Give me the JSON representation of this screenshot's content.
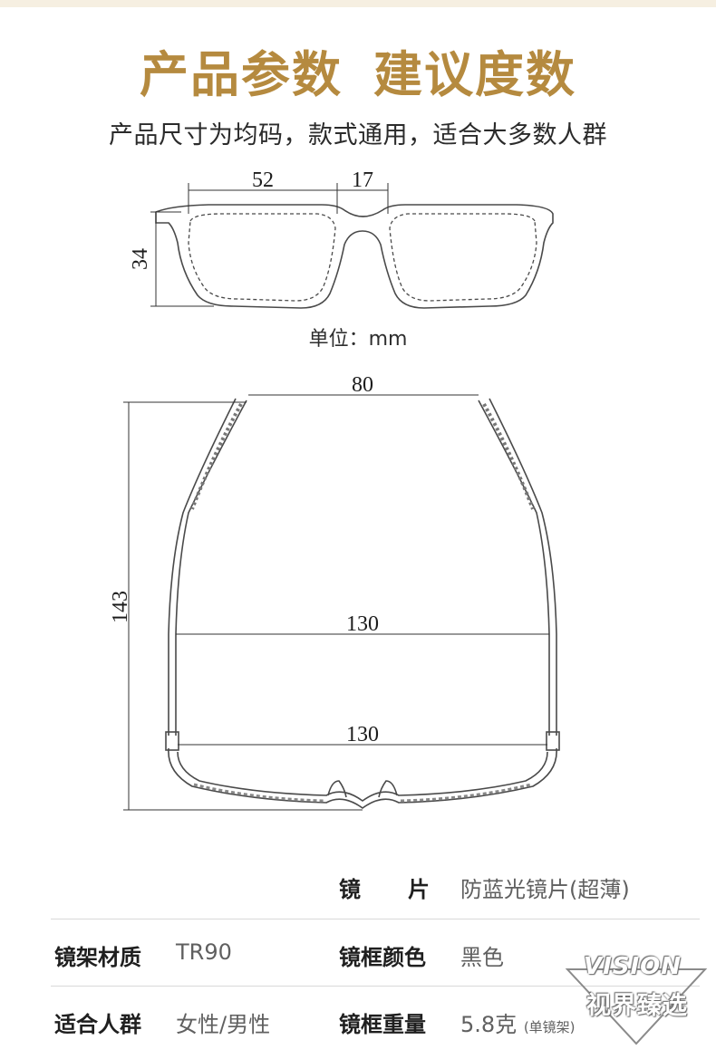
{
  "header": {
    "title_part1": "产品参数",
    "title_part2": "建议度数",
    "subtitle": "产品尺寸为均码，款式通用，适合大多数人群"
  },
  "front_view": {
    "lens_width": "52",
    "bridge_width": "17",
    "lens_height": "34",
    "unit_label": "单位：mm"
  },
  "top_view": {
    "temple_tip_width": "80",
    "temple_length": "143",
    "hinge_width": "130",
    "front_width": "130"
  },
  "specs": {
    "lens": {
      "name_char1": "镜",
      "name_char2": "片",
      "value": "防蓝光镜片(超薄)"
    },
    "frame_material": {
      "name": "镜架材质",
      "value": "TR90"
    },
    "frame_color": {
      "name": "镜框颜色",
      "value": "黑色"
    },
    "audience": {
      "name": "适合人群",
      "value": "女性/男性"
    },
    "frame_weight": {
      "name": "镜框重量",
      "value": "5.8克",
      "note": "(单镜架)"
    }
  },
  "watermark": {
    "line1": "VISION",
    "line2": "视界臻选"
  },
  "colors": {
    "title_gold": "#b58a3f",
    "line_art": "#4a4a4a",
    "divider": "#d9d9d9"
  }
}
